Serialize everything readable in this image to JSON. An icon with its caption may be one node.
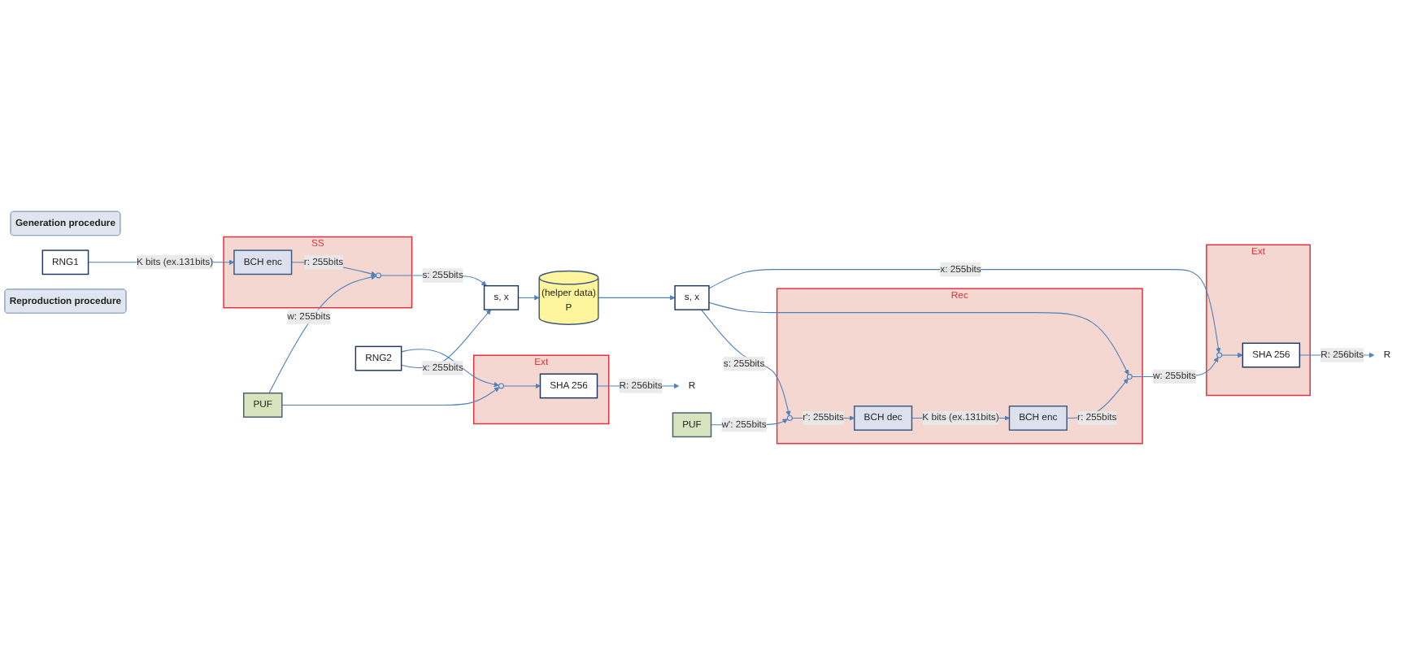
{
  "diagram": {
    "nodes": [
      {
        "text": [
          "Generation procedure"
        ]
      },
      {
        "text": [
          "RNG2"
        ]
      },
      {
        "text": [
          "PUF"
        ]
      },
      {
        "text": [
          "SS"
        ]
      },
      {
        "text": [],
        "shape": "circle",
        "in": 3
      },
      {
        "text": [
          "BCH enc"
        ],
        "in": 3
      },
      {
        "text": [
          "RNG1"
        ]
      },
      {
        "text": [
          "s, x"
        ]
      },
      {
        "text": [
          "Ext"
        ]
      },
      {
        "text": [],
        "shape": "circle",
        "in": 8
      },
      {
        "text": [
          "SHA 256"
        ],
        "in": 8
      },
      {
        "text": [
          "R"
        ]
      },
      {
        "text": [
          "(helper data)",
          "P"
        ]
      },
      {
        "text": [
          "Reproduction procedure"
        ]
      },
      {
        "text": [
          "s, x"
        ]
      },
      {
        "text": [
          "PUF"
        ]
      },
      {
        "text": [
          "Rec"
        ]
      },
      {
        "text": [],
        "shape": "circle",
        "in": 16
      },
      {
        "text": [
          "BCH dec"
        ],
        "in": 16
      },
      {
        "text": [],
        "shape": "circle",
        "in": 16
      },
      {
        "text": [
          "BCH enc"
        ],
        "in": 16
      },
      {
        "text": [
          "Ext"
        ]
      },
      {
        "text": [],
        "shape": "circle",
        "in": 21
      },
      {
        "text": [
          "SHA 256"
        ],
        "in": 21
      },
      {
        "text": [
          "R"
        ]
      }
    ],
    "edges": [
      {
        "from": 1,
        "to": 7,
        "arrow": "to",
        "label": "x: 255bits"
      },
      {
        "from": 1,
        "to": 9,
        "arrow": "to"
      },
      {
        "from": 2,
        "to": 4,
        "arrow": "to",
        "label": "w: 255bits"
      },
      {
        "from": 2,
        "to": 9,
        "arrow": "to"
      },
      {
        "from": 6,
        "to": 5,
        "arrow": "to",
        "label": "K bits (ex.131bits)"
      },
      {
        "from": 5,
        "to": 4,
        "arrow": "to",
        "label": "r: 255bits"
      },
      {
        "from": 4,
        "to": 7,
        "arrow": "to",
        "label": "s: 255bits"
      },
      {
        "from": 9,
        "to": 10,
        "arrow": "to"
      },
      {
        "from": 10,
        "to": 11,
        "arrow": "to",
        "label": "R: 256bits"
      },
      {
        "from": 7,
        "to": 12,
        "arrow": "to"
      },
      {
        "from": 12,
        "to": 14,
        "arrow": "to"
      },
      {
        "from": 14,
        "to": 17,
        "arrow": "to",
        "label": "s: 255bits"
      },
      {
        "from": 14,
        "to": 19,
        "arrow": "to"
      },
      {
        "from": 15,
        "to": 17,
        "arrow": "to",
        "label": "w': 255bits"
      },
      {
        "from": 17,
        "to": 18,
        "arrow": "to",
        "label": "r': 255bits"
      },
      {
        "from": 18,
        "to": 20,
        "arrow": "to",
        "label": "K bits (ex.131bits)"
      },
      {
        "from": 20,
        "to": 19,
        "arrow": "to",
        "label": "r: 255bits"
      },
      {
        "from": 19,
        "to": 22,
        "arrow": "to",
        "label": "w: 255bits"
      },
      {
        "from": 14,
        "to": 22,
        "arrow": "to",
        "label": "x: 255bits"
      },
      {
        "from": 22,
        "to": 23,
        "arrow": "to"
      },
      {
        "from": 23,
        "to": 24,
        "arrow": "to",
        "label": "R: 256bits"
      }
    ]
  }
}
